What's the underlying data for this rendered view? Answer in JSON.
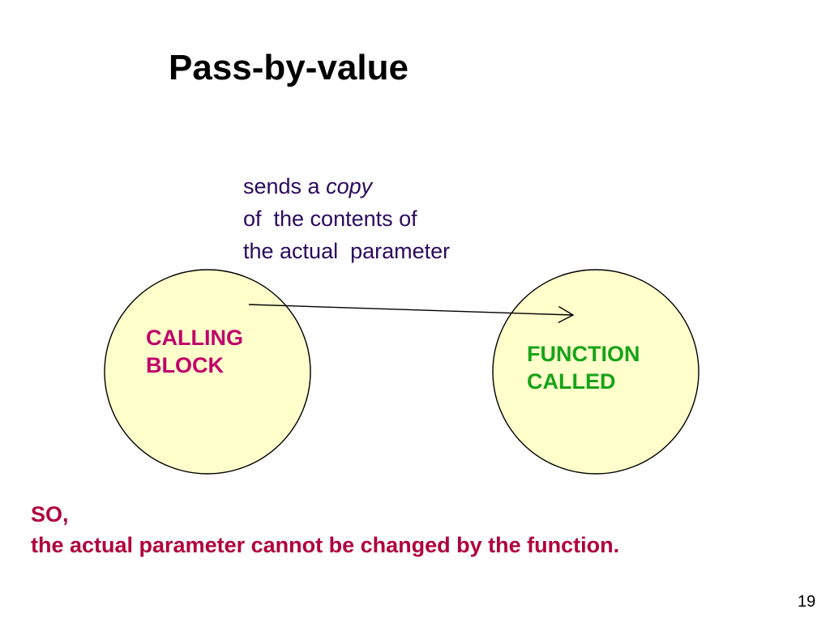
{
  "slide": {
    "title": "Pass-by-value",
    "annotation": {
      "line1_prefix": "sends a ",
      "line1_emphasis": "copy",
      "line2": "of  the contents of",
      "line3": "the actual  parameter"
    },
    "calling_block": {
      "line1": "CALLING",
      "line2": "BLOCK"
    },
    "function_called": {
      "line1": "FUNCTION",
      "line2": "CALLED"
    },
    "conclusion": {
      "line1": "SO,",
      "line2": "the actual parameter cannot be changed by the function."
    },
    "page_number": "19"
  },
  "colors": {
    "circle_fill": "#ffffcc",
    "annotation_text": "#2b0a5c",
    "calling_text": "#c0006a",
    "called_text": "#18a318",
    "conclusion_text": "#b0003c"
  }
}
